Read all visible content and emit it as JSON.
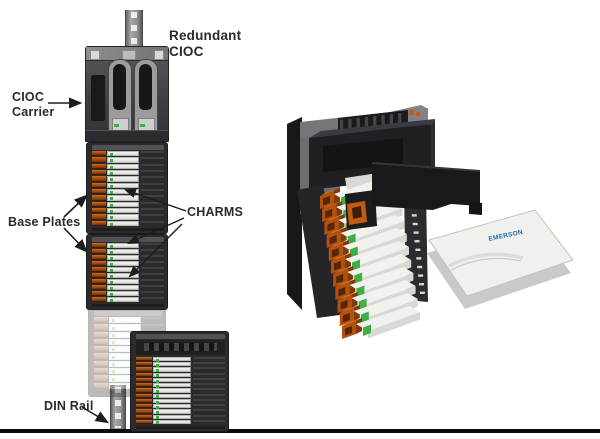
{
  "figure": {
    "background": "#ffffff",
    "labels": {
      "redundant_cioc": "Redundant\nCIOC",
      "cioc_carrier": "CIOC\nCarrier",
      "base_plates": "Base Plates",
      "charms": "CHARMS",
      "din_rail": "DIN Rail"
    },
    "right_view": {
      "device_logo": "EMERSON"
    },
    "colors": {
      "background": "#ffffff",
      "label_text": "#2b2a28",
      "arrow": "#1d1d1d",
      "terminal_orange": "#b3500e",
      "terminal_orange_light": "#d8701d",
      "terminal_orange_dark": "#7e3a08",
      "charm_white": "#f1f1ee",
      "led_green": "#3fae49",
      "frame_dark": "#2b2b2e",
      "carrier_grey": "#55555a",
      "rail_grey": "#8f8f91",
      "logo_blue": "#1b6cb5",
      "bottom_rule": "#0a0a0a"
    },
    "counts": {
      "plate1_charm_rows": 12,
      "plate2_charm_rows": 10,
      "ghost_plate_rows": 10,
      "detached_plate_rows": 13,
      "right_stack_rows": 11,
      "cioc_modules": 2
    }
  }
}
